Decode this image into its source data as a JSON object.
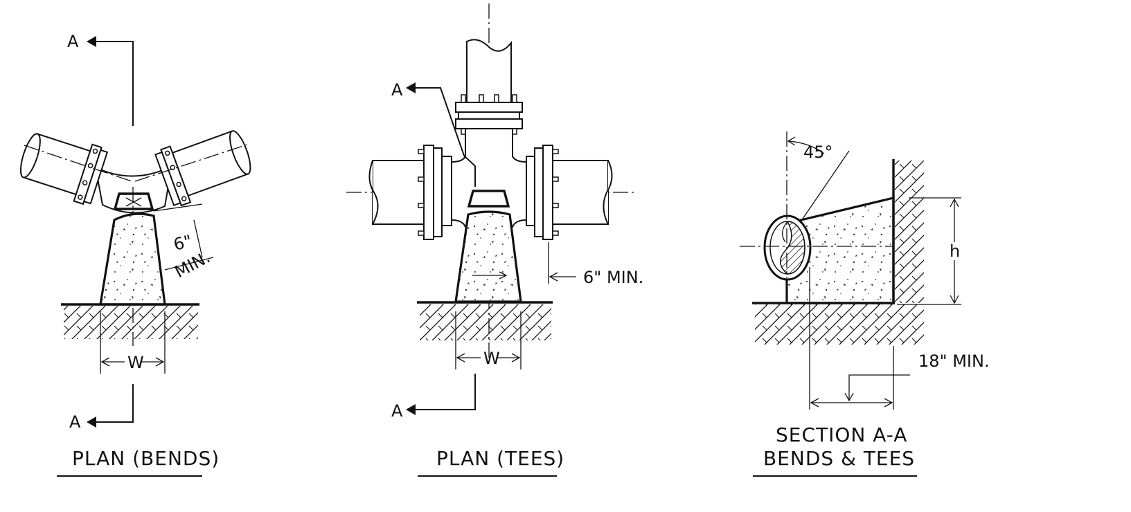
{
  "views": {
    "plan_bends": {
      "title": "PLAN (BENDS)",
      "section_marker": "A",
      "dim_clearance": "6\"",
      "dim_clearance_note": "MIN.",
      "dim_width": "W"
    },
    "plan_tees": {
      "title": "PLAN (TEES)",
      "section_marker": "A",
      "dim_clearance": "6\" MIN.",
      "dim_width": "W"
    },
    "section_aa": {
      "title_line1": "SECTION A-A",
      "title_line2": "BENDS & TEES",
      "angle": "45°",
      "dim_height": "h",
      "dim_depth": "18\" MIN."
    }
  }
}
